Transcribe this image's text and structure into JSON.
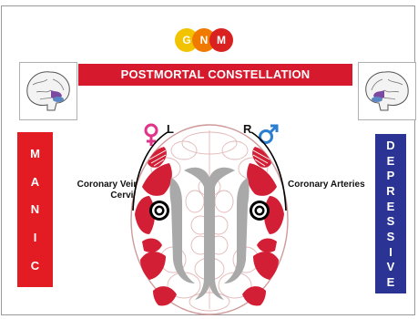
{
  "logo": {
    "letters": [
      "G",
      "N",
      "M"
    ],
    "colors": [
      "#f2c300",
      "#f07a00",
      "#d92121"
    ]
  },
  "title": "POSTMORTAL CONSTELLATION",
  "sides": {
    "left": "L",
    "right": "R"
  },
  "left_box": {
    "letters": [
      "M",
      "A",
      "N",
      "I",
      "C"
    ],
    "color": "#e31b23"
  },
  "right_box": {
    "letters": [
      "D",
      "E",
      "P",
      "R",
      "E",
      "S",
      "S",
      "I",
      "V",
      "E"
    ],
    "color": "#2b3494"
  },
  "annotations": {
    "left_line1": "Coronary Veins",
    "left_line2": "Cervix",
    "right": "Coronary Arteries"
  },
  "icons": {
    "female": "female-symbol-icon",
    "male": "male-symbol-icon",
    "brain": "brain-icon",
    "target": "target-ring-icon"
  }
}
